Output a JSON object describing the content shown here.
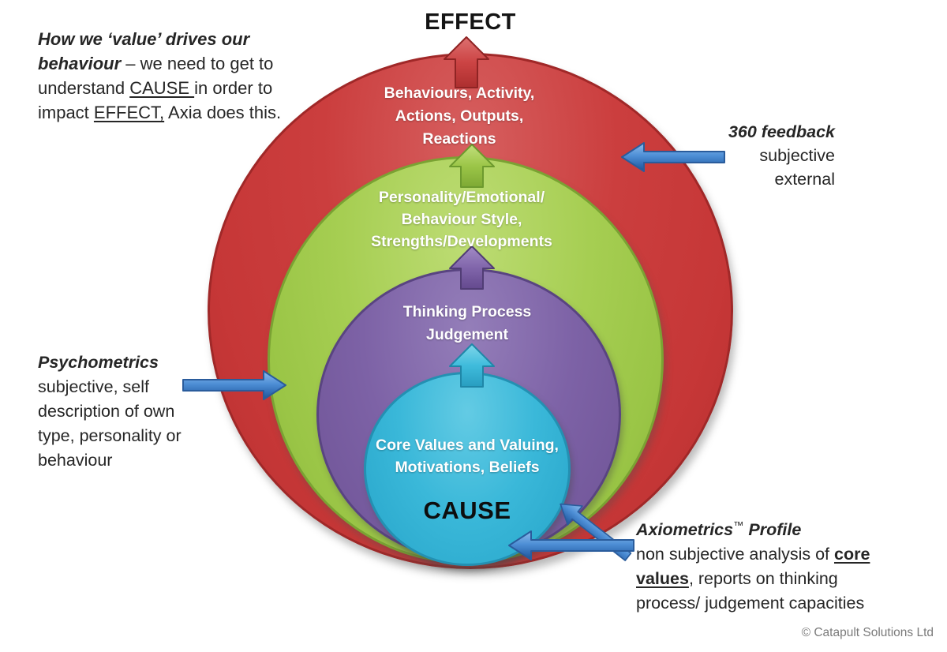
{
  "effect_label": "EFFECT",
  "cause_label": "CAUSE",
  "rings": [
    {
      "id": "behaviours",
      "color": "#cb3e3e",
      "lines": [
        "Behaviours, Activity,",
        "Actions, Outputs,",
        "Reactions"
      ]
    },
    {
      "id": "personality",
      "color": "#a6ce52",
      "lines": [
        "Personality/Emotional/",
        "Behaviour Style,",
        "Strengths/Developments"
      ]
    },
    {
      "id": "thinking",
      "color": "#7d62a6",
      "lines": [
        "Thinking Process",
        "Judgement"
      ]
    },
    {
      "id": "core_values",
      "color": "#3ab8d9",
      "lines": [
        "Core Values and Valuing,",
        "Motivations, Beliefs"
      ]
    }
  ],
  "annotations": {
    "intro": {
      "l1": "How we ‘value’ drives our",
      "l2a": "behaviour ",
      "l2b": "– we need to get to",
      "l3a": "understand ",
      "l3b": "CAUSE ",
      "l3c": "in order to",
      "l4a": "impact ",
      "l4b": "EFFECT,",
      "l4c": " Axia does this."
    },
    "feedback": {
      "title": "360 feedback",
      "l2": "subjective",
      "l3": "external"
    },
    "psychometrics": {
      "title": "Psychometrics",
      "l2": "subjective, self",
      "l3": "description of own",
      "l4": "type, personality or",
      "l5": "behaviour"
    },
    "axiometrics": {
      "t1": "Axiometrics",
      "tm": "™",
      "t2": " Profile",
      "l2a": "non subjective analysis of ",
      "l2b": "core",
      "l3a": "values",
      "l3b": ", reports on thinking",
      "l4": "process/ judgement capacities"
    },
    "copyright": "© Catapult Solutions Ltd"
  },
  "colors": {
    "ring_red": "#cb3e3e",
    "ring_green": "#a6ce52",
    "ring_purple": "#7d62a6",
    "ring_blue": "#3ab8d9",
    "side_arrow_blue": "#4e8fd6",
    "text_dark": "#262626",
    "text_white": "#ffffff"
  }
}
